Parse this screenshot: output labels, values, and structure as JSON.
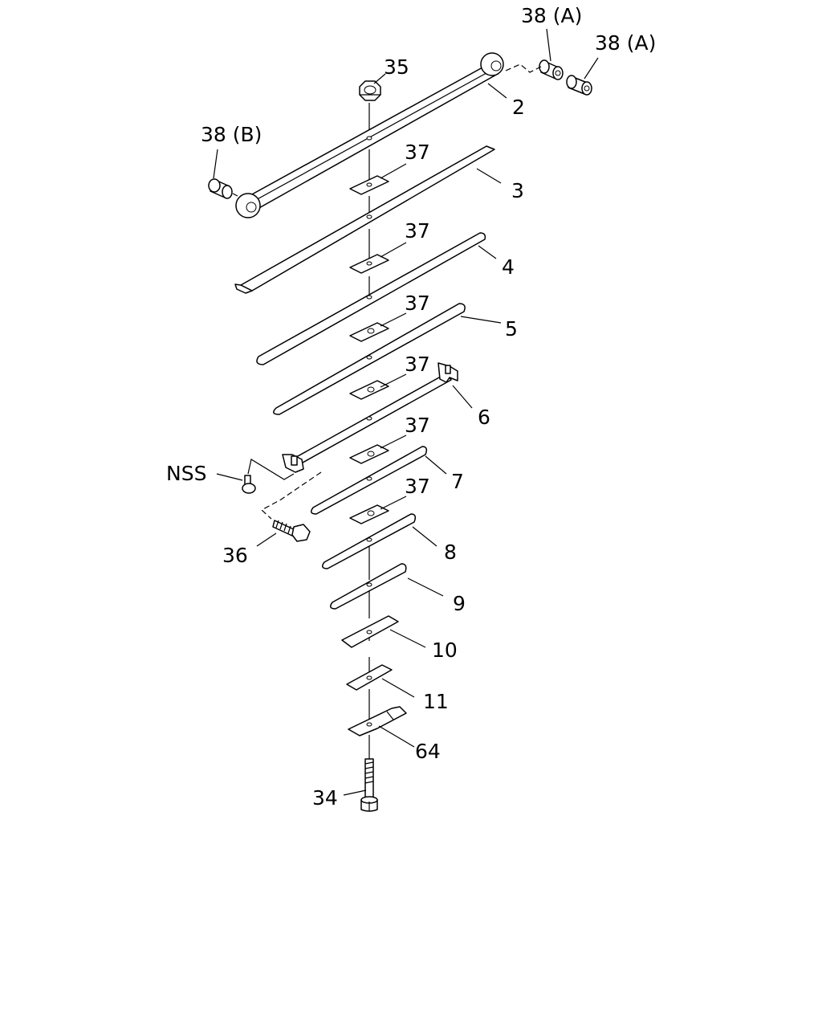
{
  "labels": {
    "p38a_top": "38 (A)",
    "p38a_right": "38 (A)",
    "p35": "35",
    "p2": "2",
    "p38b": "38 (B)",
    "p37_1": "37",
    "p3": "3",
    "p37_2": "37",
    "p4": "4",
    "p37_3": "37",
    "p5": "5",
    "p37_4": "37",
    "p6": "6",
    "p37_5": "37",
    "nss": "NSS",
    "p7": "7",
    "p37_6": "37",
    "p36": "36",
    "p8": "8",
    "p9": "9",
    "p10": "10",
    "p11": "11",
    "p64": "64",
    "p34": "34"
  }
}
